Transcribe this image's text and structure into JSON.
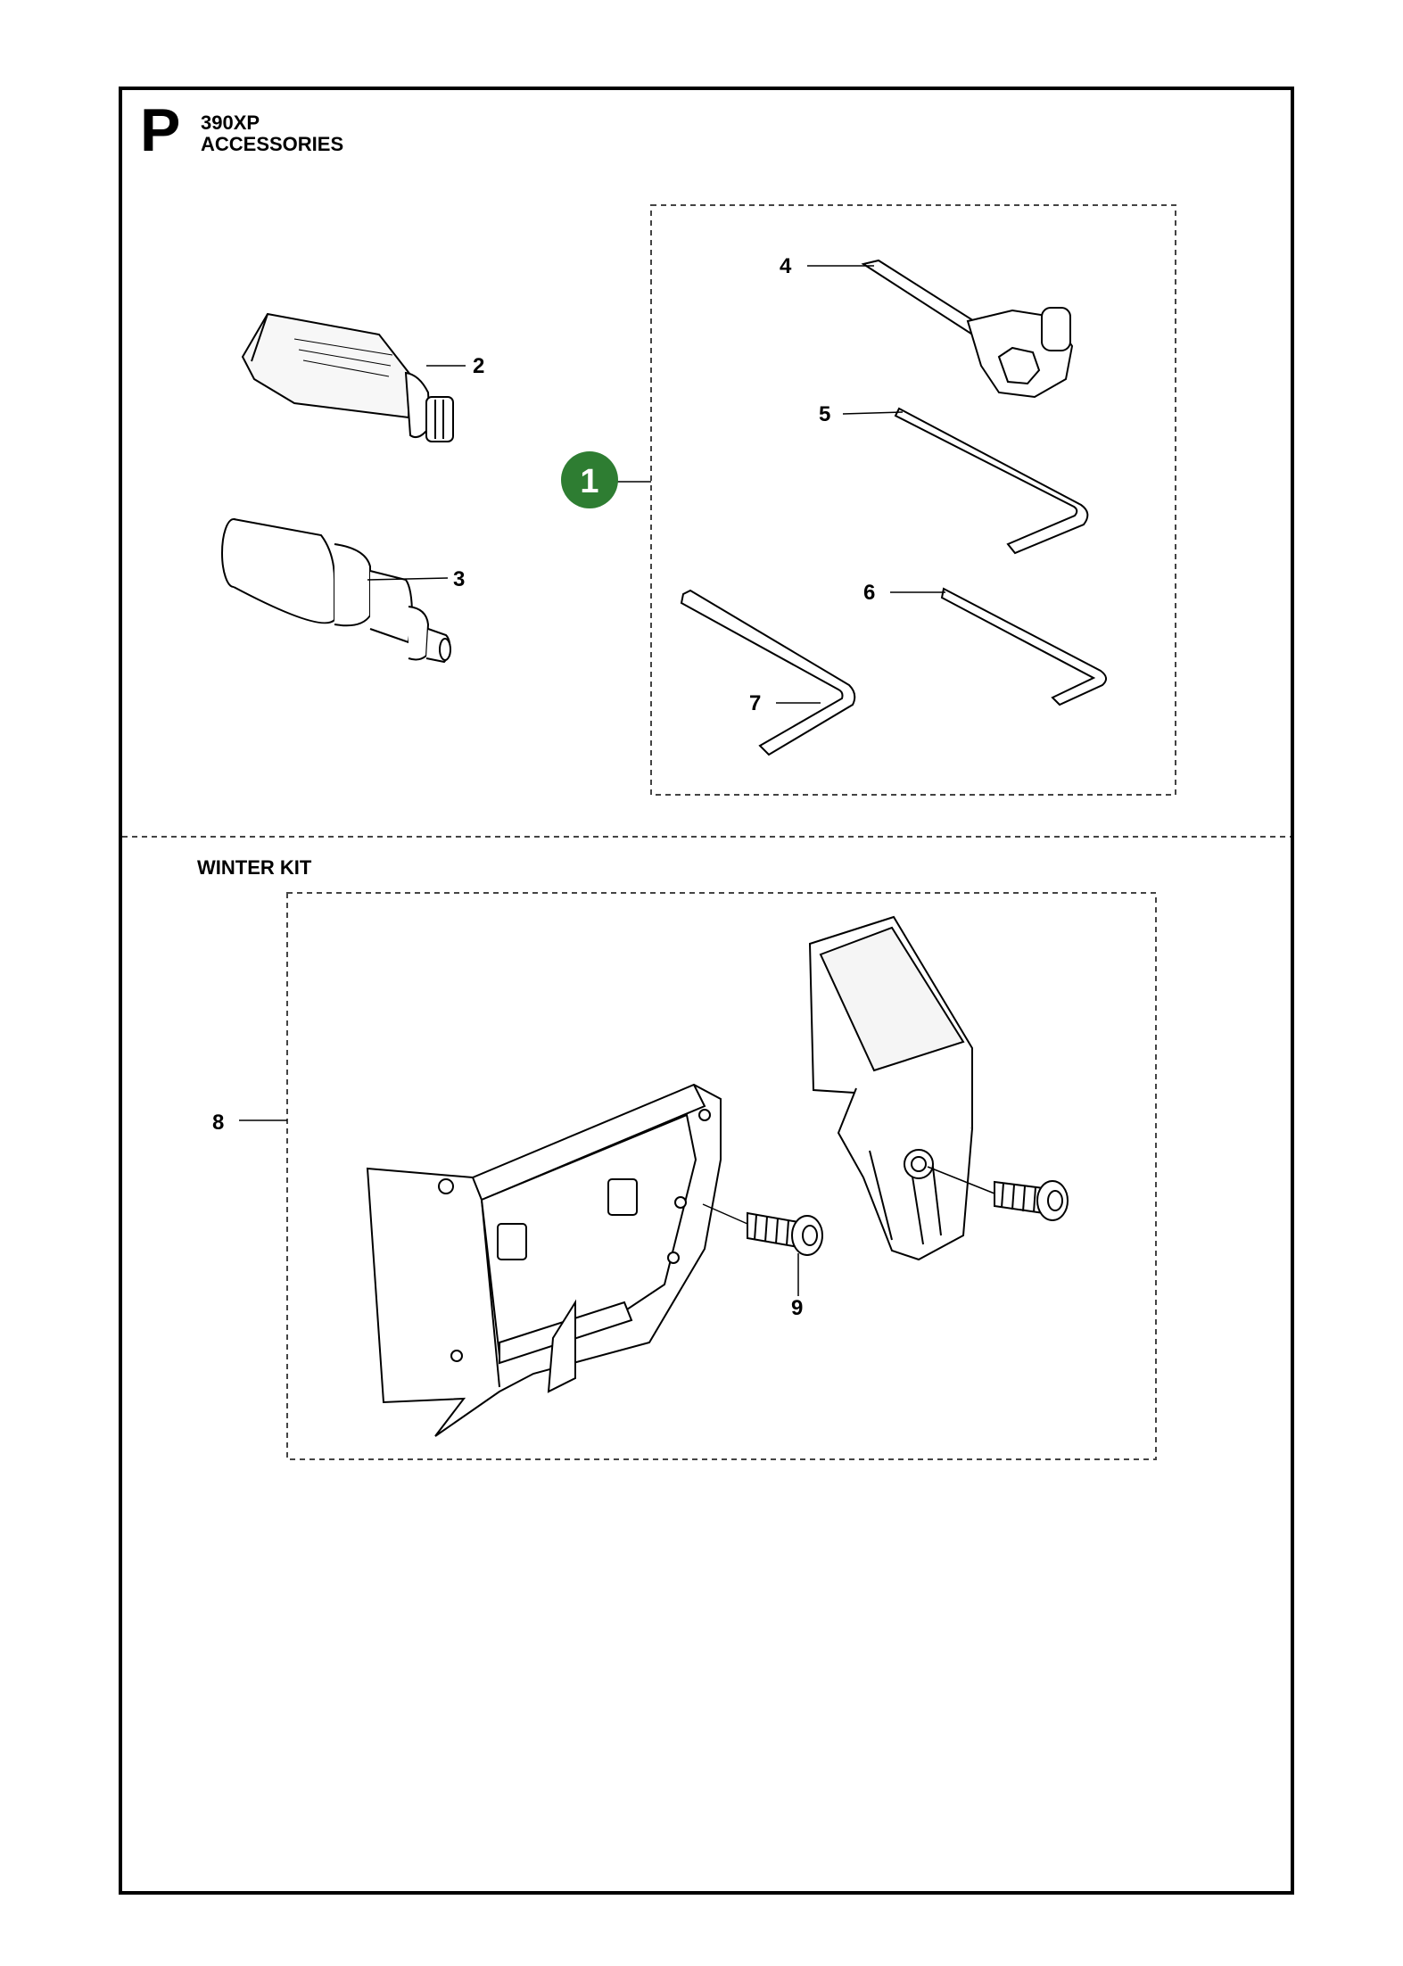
{
  "header": {
    "section_letter": "P",
    "model": "390XP",
    "title": "ACCESSORIES"
  },
  "winter_kit": {
    "title": "WINTER KIT"
  },
  "callouts": {
    "kit": "1",
    "grease_tube": "2",
    "tool_3": "3",
    "combination_wrench": "4",
    "hex_key_5": "5",
    "hex_key_6": "6",
    "hex_key_7": "7",
    "winter_kit": "8",
    "screw": "9"
  },
  "colors": {
    "kit_badge": "#2e7d32",
    "line": "#000000"
  }
}
